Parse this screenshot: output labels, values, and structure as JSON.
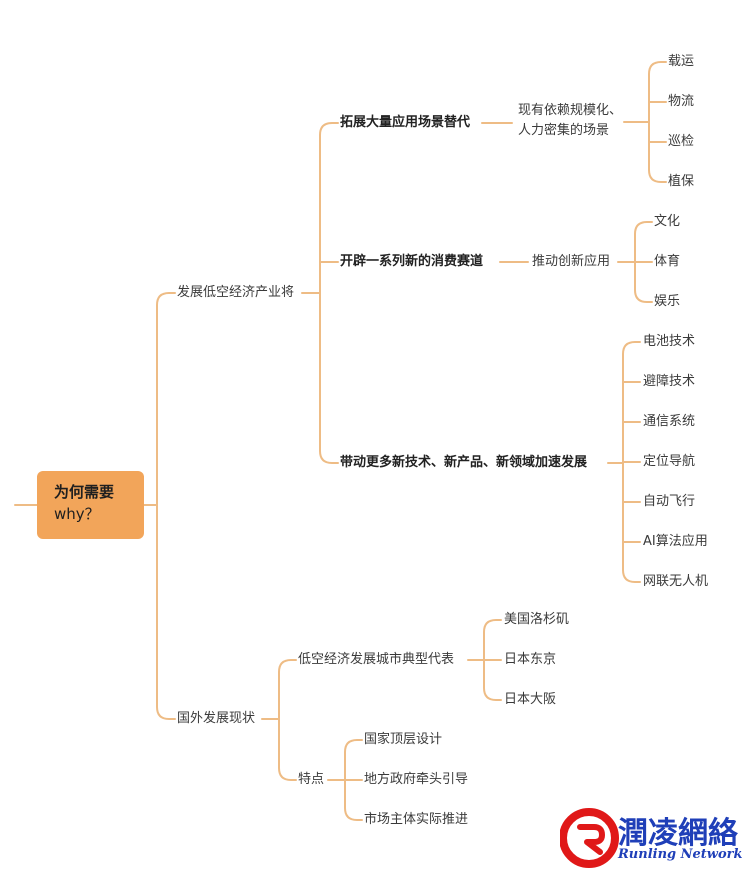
{
  "root": {
    "title": "为何需要",
    "subtitle": "why？"
  },
  "branch1": {
    "label": "发展低空经济产业将",
    "sub1": {
      "label": "拓展大量应用场景替代",
      "note_line1": "现有依赖规模化、",
      "note_line2": "人力密集的场景",
      "items": [
        "载运",
        "物流",
        "巡检",
        "植保"
      ]
    },
    "sub2": {
      "label": "开辟一系列新的消费赛道",
      "note": "推动创新应用",
      "items": [
        "文化",
        "体育",
        "娱乐"
      ]
    },
    "sub3": {
      "label": "带动更多新技术、新产品、新领域加速发展",
      "items": [
        "电池技术",
        "避障技术",
        "通信系统",
        "定位导航",
        "自动飞行",
        "AI算法应用",
        "网联无人机"
      ]
    }
  },
  "branch2": {
    "label": "国外发展现状",
    "sub1": {
      "label": "低空经济发展城市典型代表",
      "items": [
        "美国洛杉矶",
        "日本东京",
        "日本大阪"
      ]
    },
    "sub2": {
      "label": "特点",
      "items": [
        "国家顶层设计",
        "地方政府牵头引导",
        "市场主体实际推进"
      ]
    }
  },
  "logo": {
    "cn": "潤凌網絡",
    "en": "Runling Network"
  },
  "colors": {
    "line": "#eebc85",
    "root_fill": "#f2a55a",
    "logo_red": "#e01818",
    "logo_blue": "#1f3fb8"
  }
}
